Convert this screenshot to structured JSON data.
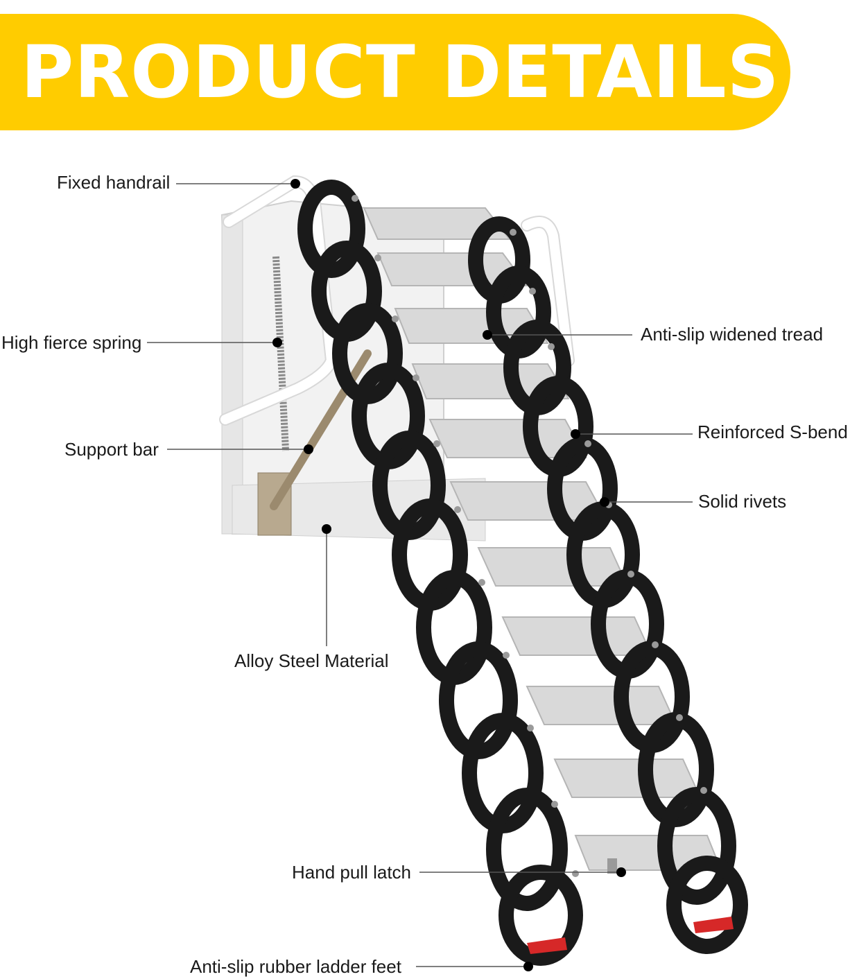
{
  "banner": {
    "title": "PRODUCT DETAILS"
  },
  "labels": {
    "fixed_handrail": "Fixed handrail",
    "high_fierce_spring": "High fierce spring",
    "support_bar": "Support bar",
    "alloy_steel_material": "Alloy Steel Material",
    "anti_slip_widened_tread": "Anti-slip widened tread",
    "reinforced_s_bend": "Reinforced S-bend",
    "solid_rivets": "Solid rivets",
    "hand_pull_latch": "Hand pull latch",
    "anti_slip_rubber_ladder_feet": "Anti-slip rubber ladder feet"
  },
  "colors": {
    "banner": "#FFCC00",
    "banner_text": "#FFFFFF",
    "ladder_frame": "#1A1A1A",
    "tread": "#D9D9D9",
    "feet": "#D62828"
  }
}
